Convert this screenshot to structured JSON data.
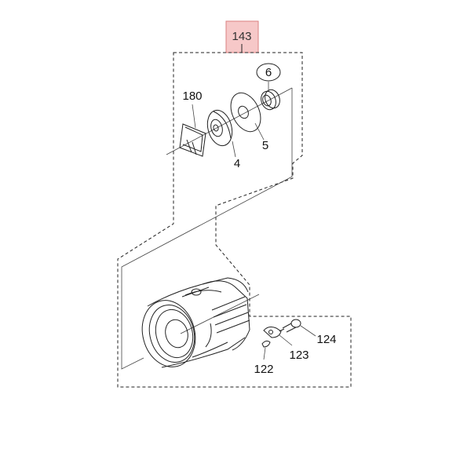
{
  "highlight": {
    "label": "143",
    "fill": "#f6c8c8",
    "stroke": "#d98080"
  },
  "callouts": {
    "p6": "6",
    "p5": "5",
    "p4": "4",
    "p180": "180",
    "p124": "124",
    "p123": "123",
    "p122": "122"
  },
  "colors": {
    "line": "#222222",
    "background": "#ffffff"
  }
}
